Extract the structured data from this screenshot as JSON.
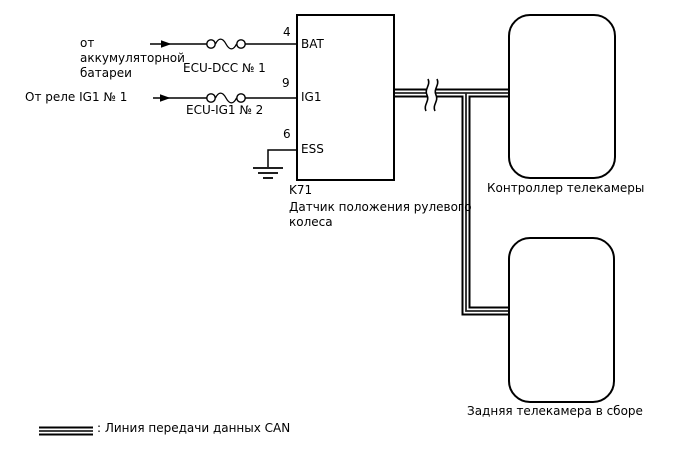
{
  "sensor": {
    "id": "K71",
    "name": "Датчик положения рулевого колеса",
    "pins": [
      {
        "number": "4",
        "label": "BAT"
      },
      {
        "number": "9",
        "label": "IG1"
      },
      {
        "number": "6",
        "label": "ESS"
      }
    ]
  },
  "feeds": [
    {
      "source": "от аккумуляторной батареи",
      "fuse": "ECU-DCC № 1"
    },
    {
      "source": "От реле IG1 № 1",
      "fuse": "ECU-IG1 № 2"
    }
  ],
  "modules": [
    {
      "name": "Контроллер телекамеры"
    },
    {
      "name": "Задняя телекамера в сборе"
    }
  ],
  "legend": {
    "text": ": Линия передачи данных CAN"
  },
  "colors": {
    "line": "#000000",
    "background": "#ffffff"
  }
}
